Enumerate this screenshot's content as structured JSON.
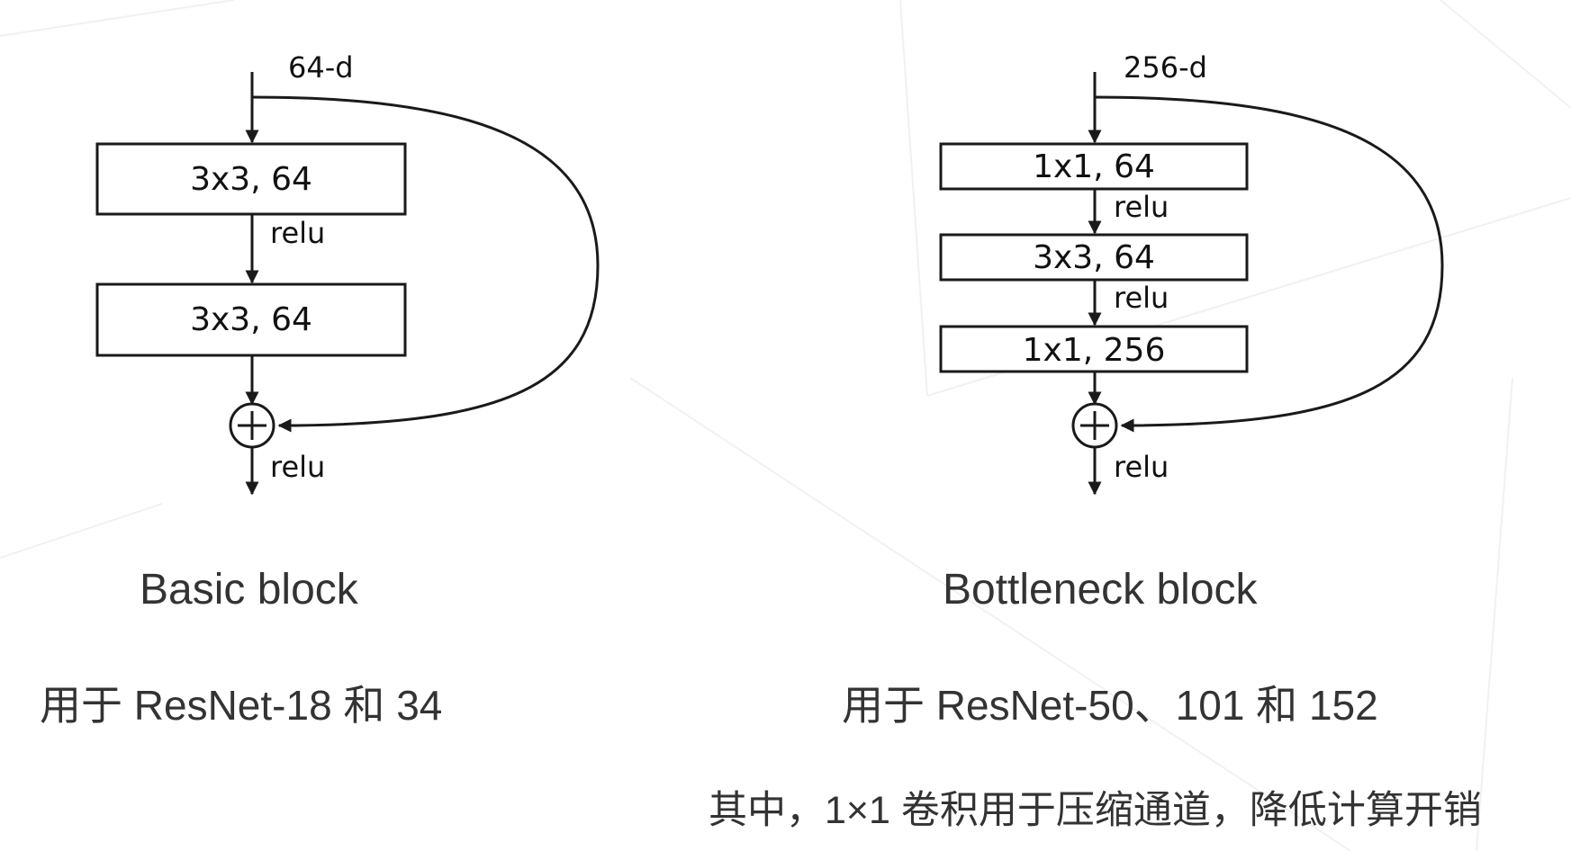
{
  "basic": {
    "input_dim": "64-d",
    "layers": [
      "3x3, 64",
      "3x3, 64"
    ],
    "relu_labels": [
      "relu",
      "relu"
    ],
    "title": "Basic block",
    "usage": "用于 ResNet-18 和 34"
  },
  "bottleneck": {
    "input_dim": "256-d",
    "layers": [
      "1x1, 64",
      "3x3, 64",
      "1x1, 256"
    ],
    "relu_labels": [
      "relu",
      "relu",
      "relu"
    ],
    "title": "Bottleneck block",
    "usage": "用于 ResNet-50、101 和 152"
  },
  "note": "其中，1×1 卷积用于压缩通道，降低计算开销"
}
